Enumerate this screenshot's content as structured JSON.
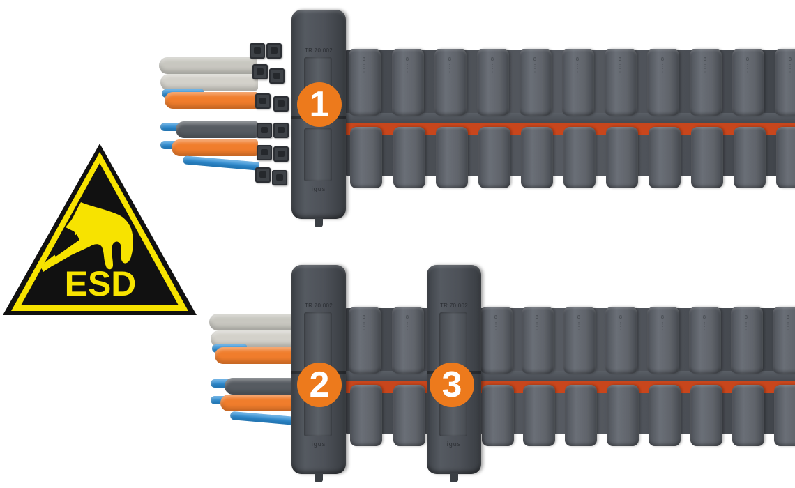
{
  "image": {
    "description": "Product photo of two plastic energy-chain (cable carrier) assemblies with cable bundles, mounting brackets and numbered callouts, beside an ESD warning sign",
    "background": "#ffffff"
  },
  "esd_sign": {
    "label": "ESD",
    "shape": "triangle",
    "fill_color": "#f7e300",
    "border_color": "#111111",
    "symbol": "hand-with-strike-through"
  },
  "assemblies": [
    {
      "id": "top",
      "brackets": [
        {
          "part_number": "TR.70.002",
          "logo": "igus",
          "badge": "1"
        }
      ],
      "cables": [
        {
          "color": "#c9c8c2",
          "kind": "grey"
        },
        {
          "color": "#d4d2cb",
          "kind": "light-grey"
        },
        {
          "color": "#f07d2c",
          "kind": "orange"
        },
        {
          "color": "#555a60",
          "kind": "dark-grey"
        },
        {
          "color": "#f07d2c",
          "kind": "orange"
        },
        {
          "color": "#2c8fd8",
          "kind": "blue-hose"
        }
      ]
    },
    {
      "id": "bottom",
      "brackets": [
        {
          "part_number": "TR.70.002",
          "logo": "igus",
          "badge": "2"
        },
        {
          "part_number": "TR.70.002",
          "logo": "igus",
          "badge": "3"
        }
      ],
      "cables": [
        {
          "color": "#c9c8c2",
          "kind": "grey"
        },
        {
          "color": "#d4d2cb",
          "kind": "light-grey"
        },
        {
          "color": "#f07d2c",
          "kind": "orange"
        },
        {
          "color": "#555a60",
          "kind": "dark-grey"
        },
        {
          "color": "#f07d2c",
          "kind": "orange"
        },
        {
          "color": "#2c8fd8",
          "kind": "blue-hose"
        }
      ]
    }
  ],
  "badges": {
    "one": "1",
    "two": "2",
    "three": "3",
    "color": "#ed7a1c",
    "text_color": "#ffffff"
  },
  "chain": {
    "link_color": "#5d6168",
    "inner_strip_color": "#c8461c",
    "emboss_text": "8 ⋮ ⋮"
  }
}
